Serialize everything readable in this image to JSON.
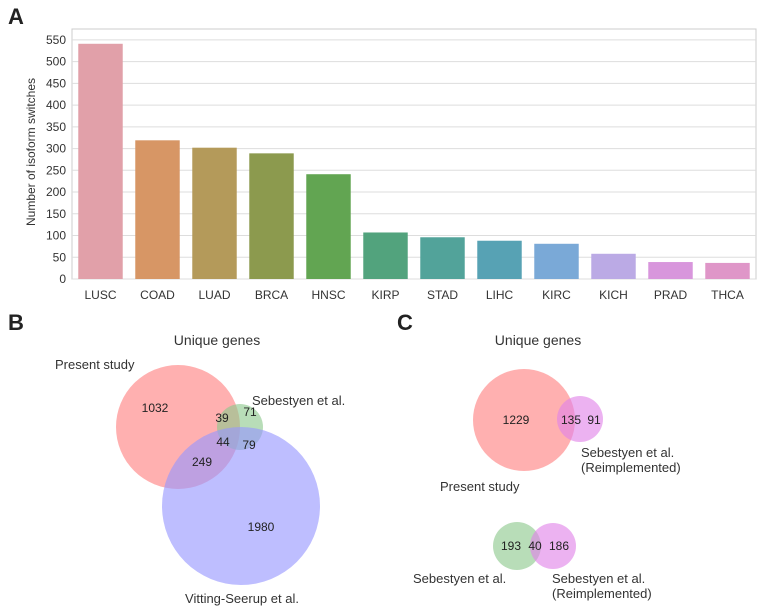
{
  "panels": {
    "a": "A",
    "b": "B",
    "c": "C"
  },
  "chart_data": [
    {
      "type": "bar",
      "ylabel": "Number of isoform switches",
      "xlabel": "",
      "ylim": [
        0,
        575
      ],
      "yticks": [
        0,
        50,
        100,
        150,
        200,
        250,
        300,
        350,
        400,
        450,
        500,
        550
      ],
      "grid": true,
      "categories": [
        "LUSC",
        "COAD",
        "LUAD",
        "BRCA",
        "HNSC",
        "KIRP",
        "STAD",
        "LIHC",
        "KIRC",
        "KICH",
        "PRAD",
        "THCA"
      ],
      "values": [
        541,
        319,
        302,
        289,
        241,
        107,
        96,
        88,
        81,
        58,
        39,
        37
      ],
      "colors": [
        "#E1A0A9",
        "#D79665",
        "#B49A5A",
        "#8C9A4E",
        "#62A552",
        "#52A37D",
        "#52A39A",
        "#57A2B4",
        "#7AA9D7",
        "#BBAAE5",
        "#D896DC",
        "#DF96C8"
      ]
    },
    {
      "type": "venn",
      "title": "Unique genes",
      "sets": [
        {
          "label": "Present study",
          "color": "#FF8080"
        },
        {
          "label": "Sebestyen et al.",
          "color": "#8CC88C"
        },
        {
          "label": "Vitting-Seerup et al.",
          "color": "#9696FF"
        }
      ],
      "regions": {
        "present_only": 1032,
        "present_sebestyen": 39,
        "sebestyen_only": 71,
        "all_three": 44,
        "present_vitting": 249,
        "sebestyen_vitting": 79,
        "vitting_only": 1980
      }
    },
    {
      "type": "venn",
      "title": "Unique genes",
      "sets": [
        {
          "label": "Present study",
          "color": "#FF8080"
        },
        {
          "label_lines": [
            "Sebestyen et al.",
            "(Reimplemented)"
          ],
          "color": "#E083E8"
        }
      ],
      "regions": {
        "a_only": 1229,
        "both": 135,
        "b_only": 91
      }
    },
    {
      "type": "venn",
      "sets": [
        {
          "label": "Sebestyen et al.",
          "color": "#8CC88C"
        },
        {
          "label_lines": [
            "Sebestyen et al.",
            "(Reimplemented)"
          ],
          "color": "#E083E8"
        }
      ],
      "regions": {
        "a_only": 193,
        "both": 40,
        "b_only": 186
      }
    }
  ]
}
